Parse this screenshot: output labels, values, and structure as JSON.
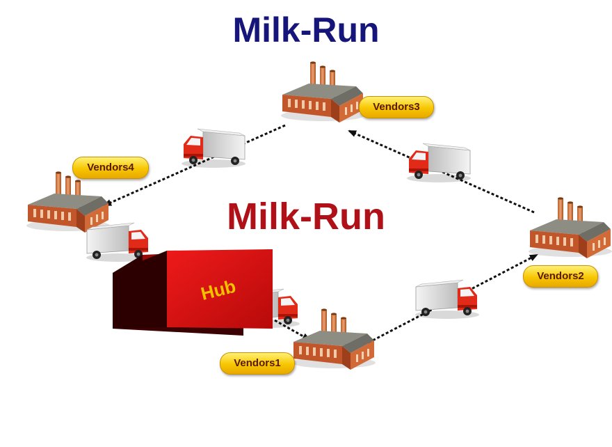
{
  "title": "Milk-Run",
  "center_title": "Milk-Run",
  "hub": {
    "label": "Hub"
  },
  "vendors": [
    {
      "id": "vendor-1",
      "label": "Vendors1"
    },
    {
      "id": "vendor-2",
      "label": "Vendors2"
    },
    {
      "id": "vendor-3",
      "label": "Vendors3"
    },
    {
      "id": "vendor-4",
      "label": "Vendors4"
    }
  ],
  "colors": {
    "title": "#16167a",
    "center_title": "#b01018",
    "hub": "#d11010",
    "factory_brick": "#c85a2c",
    "roof": "#8a8a80",
    "chimney": "#e0905a",
    "truck_cab": "#e02a1a",
    "truck_box": "#d8d8d8",
    "badge": "#f7c600"
  },
  "icons": [
    "factory-icon",
    "truck-icon",
    "hub-box-icon",
    "route-arrow-icon"
  ]
}
